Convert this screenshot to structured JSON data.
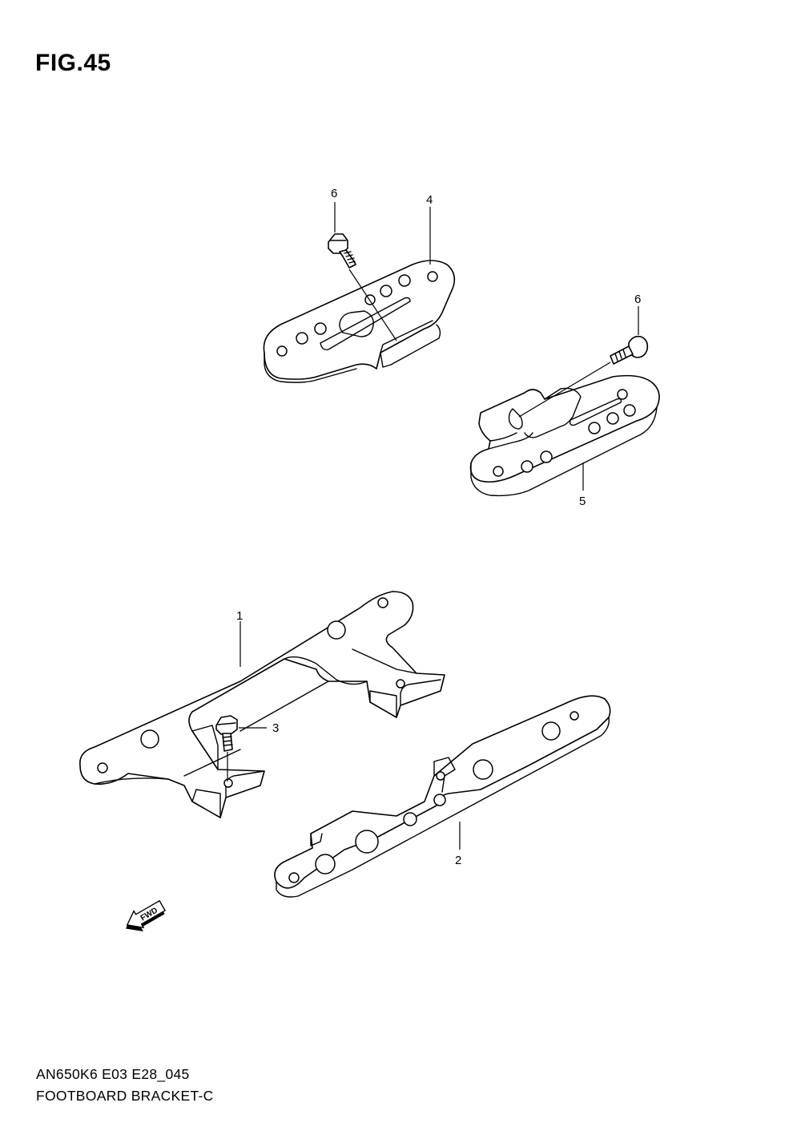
{
  "figure": {
    "title": "FIG.45",
    "model_code": "AN650K6 E03 E28_045",
    "name": "FOOTBOARD BRACKET-C"
  },
  "callouts": {
    "part_1": "1",
    "part_2": "2",
    "part_3": "3",
    "part_4": "4",
    "part_5": "5",
    "part_6_upper": "6",
    "part_6_right": "6"
  },
  "direction_marker": {
    "label": "FWD",
    "icon": "forward-arrow-icon"
  }
}
